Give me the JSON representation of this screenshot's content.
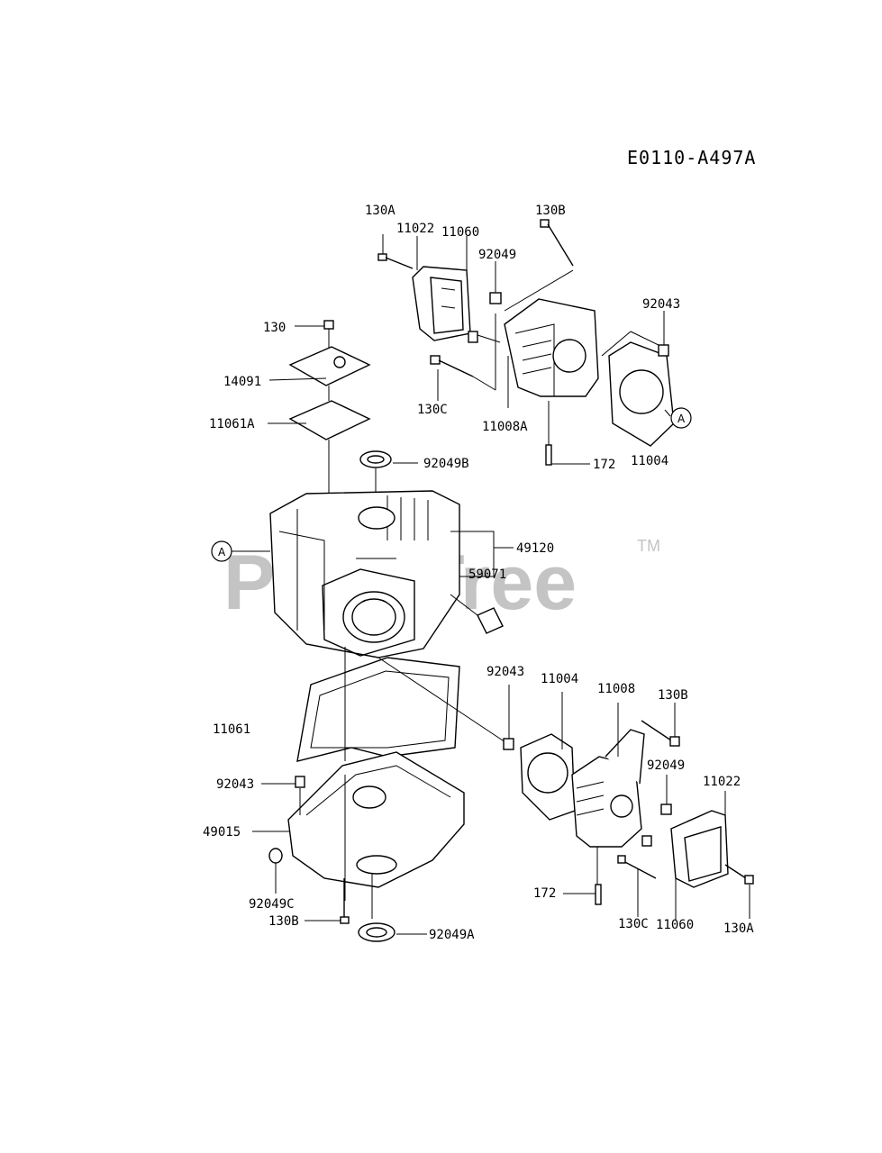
{
  "diagram_code": "E0110-A497A",
  "watermark": {
    "text": "PartsTree",
    "trademark": "TM"
  },
  "callout_letter": "A",
  "part_labels": {
    "l130A_top": "130A",
    "l11022_top": "11022",
    "l11060_top": "11060",
    "l130B_top": "130B",
    "l92049_top": "92049",
    "l92043_top": "92043",
    "l130_top": "130",
    "l14091": "14091",
    "l11061A": "11061A",
    "l130C_top": "130C",
    "l11008A": "11008A",
    "l172_top": "172",
    "l11004_top": "11004",
    "l92049B": "92049B",
    "l49120": "49120",
    "l59071": "59071",
    "l92043_mid": "92043",
    "l11004_mid": "11004",
    "l11008": "11008",
    "l130B_mid": "130B",
    "l11061": "11061",
    "l92049_mid": "92049",
    "l11022_mid": "11022",
    "l92043_low": "92043",
    "l49015": "49015",
    "l92049C": "92049C",
    "l130B_low": "130B",
    "l92049A": "92049A",
    "l172_low": "172",
    "l130C_low": "130C",
    "l11060_low": "11060",
    "l130A_low": "130A"
  }
}
